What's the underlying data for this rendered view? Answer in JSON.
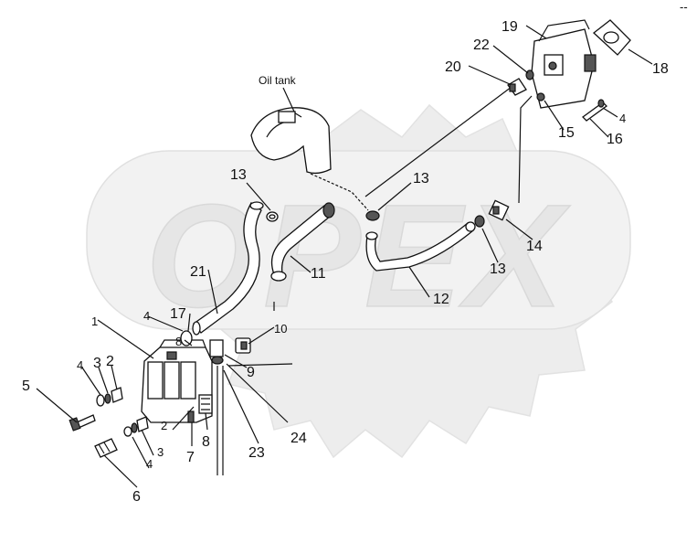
{
  "diagram": {
    "oil_tank_label": "Oil tank",
    "corner_mark": "--",
    "watermark_text": "OPEX",
    "callouts": {
      "c1": "1",
      "c2a": "2",
      "c2b": "2",
      "c3a": "3",
      "c3b": "3",
      "c4a": "4",
      "c4b": "4",
      "c4c": "4",
      "c4d": "4",
      "c5": "5",
      "c6": "6",
      "c7": "7",
      "c8a": "8",
      "c8b": "8",
      "c9": "9",
      "c10": "10",
      "c11": "11",
      "c12": "12",
      "c13a": "13",
      "c13b": "13",
      "c13c": "13",
      "c14": "14",
      "c15": "15",
      "c16": "16",
      "c17": "17",
      "c18": "18",
      "c19": "19",
      "c20": "20",
      "c21": "21",
      "c22": "22",
      "c23": "23",
      "c24": "24"
    }
  }
}
